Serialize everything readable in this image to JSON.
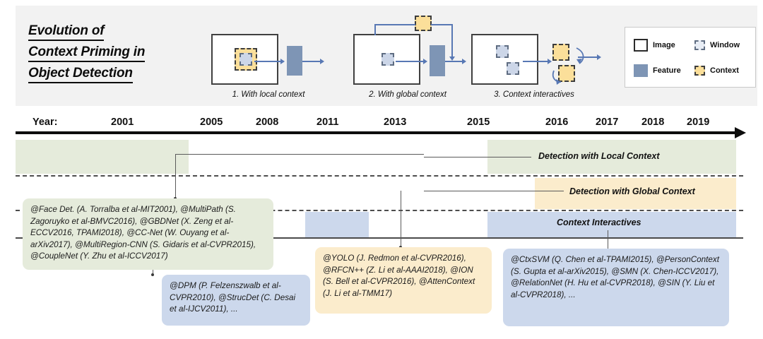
{
  "header": {
    "title_lines": [
      "Evolution of",
      "Context Priming in",
      "Object Detection"
    ],
    "panels": [
      {
        "caption": "1. With local context",
        "icon": "local-context-diagram"
      },
      {
        "caption": "2. With global context",
        "icon": "global-context-diagram"
      },
      {
        "caption": "3. Context interactives",
        "icon": "context-interactives-diagram"
      }
    ],
    "legend": {
      "items": [
        {
          "label": "Image",
          "icon": "image-swatch-icon",
          "color": "#ffffff"
        },
        {
          "label": "Window",
          "icon": "window-swatch-icon",
          "color": "#e8edf5"
        },
        {
          "label": "Feature",
          "icon": "feature-swatch-icon",
          "color": "#7e95b5"
        },
        {
          "label": "Context",
          "icon": "context-swatch-icon",
          "color": "#fbdf9a"
        }
      ]
    }
  },
  "timeline": {
    "axis_label": "Year:",
    "years": [
      "2001",
      "2005",
      "2008",
      "2011",
      "2013",
      "2015",
      "2016",
      "2017",
      "2018",
      "2019"
    ]
  },
  "bands": [
    {
      "label": "Detection with Local Context",
      "color": "#e5ebdb"
    },
    {
      "label": "Detection with Global Context",
      "color": "#fbeccc"
    },
    {
      "label": "Context Interactives",
      "color": "#ccd8ec"
    }
  ],
  "cards": [
    {
      "id": "local-context-card",
      "color": "#e5ebdb",
      "text": "@Face Det. (A. Torralba et al-MIT2001), @MultiPath (S. Zagoruyko et al-BMVC2016), @GBDNet (X. Zeng et al-ECCV2016, TPAMI2018), @CC-Net (W. Ouyang et al-arXiv2017), @MultiRegion-CNN (S. Gidaris et al-CVPR2015), @CoupleNet (Y. Zhu et al-ICCV2017)"
    },
    {
      "id": "dpm-card",
      "color": "#ccd8ec",
      "text": "@DPM (P. Felzenszwalb et al-CVPR2010), @StrucDet (C. Desai et al-IJCV2011), ..."
    },
    {
      "id": "global-context-card",
      "color": "#fbeccc",
      "text": "@YOLO (J. Redmon et al-CVPR2016), @RFCN++ (Z. Li et al-AAAI2018), @ION (S. Bell et al-CVPR2016), @AttenContext (J. Li et al-TMM17)"
    },
    {
      "id": "context-interactives-card",
      "color": "#ccd8ec",
      "text": "@CtxSVM (Q. Chen et al-TPAMI2015), @PersonContext (S. Gupta et al-arXiv2015), @SMN (X. Chen-ICCV2017), @RelationNet (H. Hu et al-CVPR2018), @SIN (Y. Liu et al-CVPR2018), ..."
    }
  ],
  "colors": {
    "local": "#e5ebdb",
    "global": "#fbeccc",
    "interactive": "#ccd8ec",
    "arrow": "#5878b4",
    "feature": "#7e95b5",
    "panel_bg": "#f2f2f2"
  }
}
